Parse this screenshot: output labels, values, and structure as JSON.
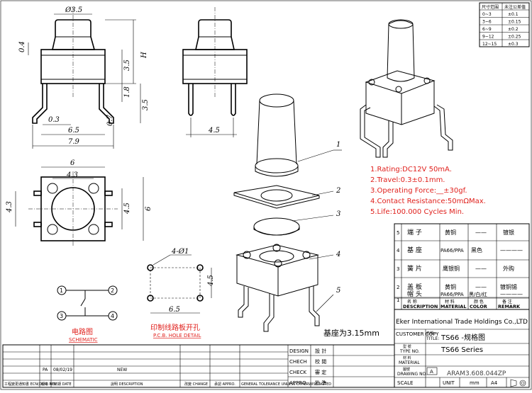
{
  "tolerance_table": {
    "headers": [
      "尺寸范围",
      "未注公差值"
    ],
    "rows": [
      [
        "0~3",
        "±0.1"
      ],
      [
        "3~6",
        "±0.15"
      ],
      [
        "6~9",
        "±0.2"
      ],
      [
        "9~12",
        "±0.25"
      ],
      [
        "12~15",
        "±0.3"
      ]
    ]
  },
  "dims": {
    "dia35": "Ø3.5",
    "d04": "0.4",
    "d35a": "3.5",
    "H": "H",
    "d18": "1.8",
    "d35b": "3.5",
    "d03": "0.3",
    "d07": "0.7",
    "d65": "6.5",
    "d79": "7.9",
    "d45a": "4.5",
    "d6top": "6",
    "d43top": "4.3",
    "d43left": "4.3",
    "d45right": "4.5",
    "d6right": "6",
    "holes": "4-Ø1",
    "d45hole": "4.5",
    "d65hole": "6.5"
  },
  "schematic": {
    "pins": [
      "1",
      "2",
      "3",
      "4"
    ],
    "title_cn": "电路图",
    "title_en": "SCHEMATIC"
  },
  "pcb": {
    "title_cn": "印制线路板开孔",
    "title_en": "P.C.B. HOLE DETAIL"
  },
  "part_numbers": [
    "1",
    "2",
    "3",
    "4",
    "5"
  ],
  "specs": [
    "1.Rating:DC12V 50mA.",
    "2.Travel:0.3±0.1mm.",
    "3.Operating Force:__±30gf.",
    "4.Contact Resistance:50mΩMax.",
    "5.Life:100.000 Cycles Min."
  ],
  "bom": {
    "rows": [
      {
        "no": "5",
        "name": "端 子",
        "material": "黄铜",
        "color": "——",
        "remark": "镀银"
      },
      {
        "no": "4",
        "name": "基 座",
        "material": "PA66/PPA",
        "color": "黑色",
        "remark": "————"
      },
      {
        "no": "3",
        "name": "簧 片",
        "material": "鹰银铜",
        "color": "——",
        "remark": "外购"
      },
      {
        "no": "2",
        "name": "盖 板",
        "material": "黄铜",
        "color": "——",
        "remark": "镀铜锡"
      },
      {
        "no": "1",
        "name": "帽 头",
        "material": "PA66/PPA",
        "color": "黑/白/红",
        "remark": "————"
      }
    ],
    "header_cn": [
      "名 称",
      "材 料",
      "颜 色",
      "备 注"
    ],
    "header_en": [
      "DESCRIPTION",
      "MATERIAL",
      "COLOR",
      "REMARK"
    ]
  },
  "base_note": "基座为3.15mm",
  "title_block": {
    "company": "Eker International Trade Holdings Co.,LTD",
    "customer_copy": "CUSTOMER COPY",
    "name_cn": "名稱",
    "title_label": "TITLE:",
    "title_value": "TS66 -规格图",
    "type_cn": "型 號",
    "type_label": "TYPE NO.",
    "type_value": "TS66 Series",
    "material_cn": "材 料",
    "material_label": "MATERIAL",
    "drawing_cn": "圖號",
    "drawing_label": "DRAWING NO.",
    "rev_box": "A",
    "drawing_value": "ARAM3.608.044ZP",
    "scale_label": "SCALE",
    "unit_label": "UNIT",
    "unit_value": "mm",
    "size_value": "A4",
    "design": "DESIGN",
    "design_cn": "設 計",
    "check1": "CHECH",
    "check1_cn": "校 閱",
    "check2": "CHECK",
    "check2_cn": "審 定",
    "appro": "APPRO.",
    "appro_cn": "批 準",
    "rev_pa": "PA",
    "rev_date": "08/02/19",
    "rev_desc": "NEW",
    "rev_headers": [
      "工程變更通知書 ECN(DCN) NO.",
      "版本 REV",
      "日期 DATE",
      "說明 DESCRIPTION",
      "改變 CHANGE",
      "承認 APPRO.",
      "GENERAL TOLERANCE UNLESS OTHERWISE NOTED"
    ]
  }
}
